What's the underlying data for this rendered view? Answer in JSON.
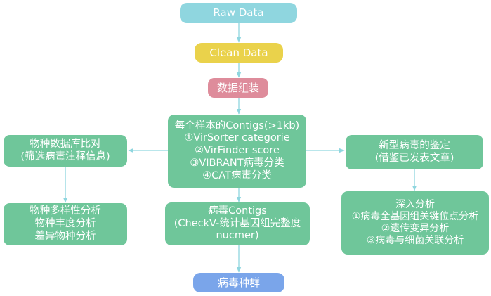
{
  "nodes": {
    "raw_data": "Raw Data",
    "clean_data": "Clean Data",
    "assembly": "数据组装",
    "contigs": {
      "title": "每个样本的Contigs(>1kb)",
      "items": [
        "①VirSorter categorie",
        "②VirFinder score",
        "③VIBRANT病毒分类",
        "④CAT病毒分类"
      ]
    },
    "database_compare": {
      "lines": [
        "物种数据库比对",
        "(筛选病毒注释信息)"
      ]
    },
    "diversity": {
      "lines": [
        "物种多样性分析",
        "物种丰度分析",
        "差异物种分析"
      ]
    },
    "novel_virus": {
      "lines": [
        "新型病毒的鉴定",
        "(借鉴已发表文章)"
      ]
    },
    "deep_analysis": {
      "title": "深入分析",
      "items": [
        "①病毒全基因组关键位点分析",
        "②遗传变异分析",
        "③病毒与细菌关联分析"
      ]
    },
    "virus_contigs": {
      "lines": [
        "病毒Contigs",
        "(CheckV-统计基因组完整度",
        "nucmer)"
      ]
    },
    "virus_population": "病毒种群"
  },
  "colors": {
    "raw": "#8fd6df",
    "clean": "#ead24b",
    "assembly": "#de8c9b",
    "analysis": "#6fc69a",
    "population": "#7aa5ea",
    "arrow": "#8fd6df"
  }
}
